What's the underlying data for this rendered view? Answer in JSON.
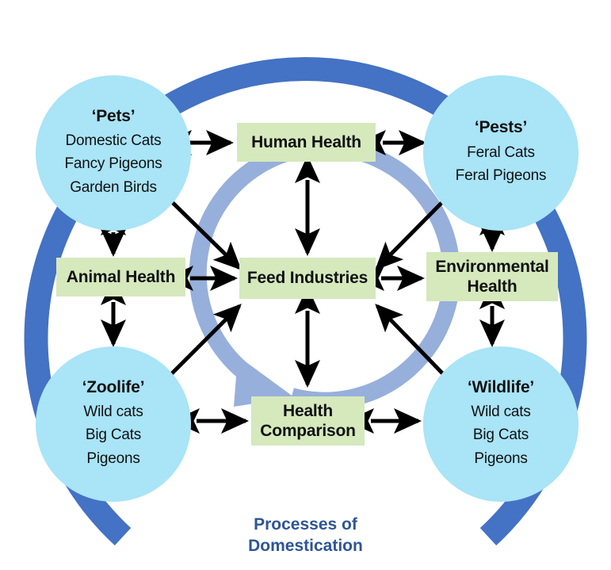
{
  "diagram": {
    "title": "Processes of Domestication",
    "caption_lines": [
      "Processes of",
      "Domestication"
    ],
    "colors": {
      "outer_ring": "#4472c4",
      "inner_ring_arrow": "#97afdb",
      "circle_fill": "#a9e4f7",
      "box_fill": "#d5e9bd",
      "arrow": "#000000",
      "caption_text": "#2e5596",
      "node_text": "#111111",
      "background": "#ffffff"
    },
    "circles": [
      {
        "id": "pets",
        "title": "‘Pets’",
        "items": [
          "Domestic Cats",
          "Fancy Pigeons",
          "Garden Birds"
        ]
      },
      {
        "id": "pests",
        "title": "‘Pests’",
        "items": [
          "Feral Cats",
          "Feral Pigeons"
        ]
      },
      {
        "id": "zoolife",
        "title": "‘Zoolife’",
        "items": [
          "Wild cats",
          "Big Cats",
          "Pigeons"
        ]
      },
      {
        "id": "wildlife",
        "title": "‘Wildlife’",
        "items": [
          "Wild cats",
          "Big Cats",
          "Pigeons"
        ]
      }
    ],
    "boxes": [
      {
        "id": "human-health",
        "label": "Human Health"
      },
      {
        "id": "animal-health",
        "label": "Animal Health"
      },
      {
        "id": "feed-industries",
        "label": "Feed Industries"
      },
      {
        "id": "environmental-health",
        "label_line1": "Environmental",
        "label_line2": "Health"
      },
      {
        "id": "health-comparison",
        "label_line1": "Health",
        "label_line2": "Comparison"
      }
    ],
    "connections": [
      {
        "from": "pets",
        "to": "human-health",
        "style": "double"
      },
      {
        "from": "human-health",
        "to": "pests",
        "style": "double"
      },
      {
        "from": "pets",
        "to": "animal-health",
        "style": "double"
      },
      {
        "from": "pests",
        "to": "environmental-health",
        "style": "double"
      },
      {
        "from": "animal-health",
        "to": "zoolife",
        "style": "double"
      },
      {
        "from": "environmental-health",
        "to": "wildlife",
        "style": "double"
      },
      {
        "from": "animal-health",
        "to": "feed-industries",
        "style": "double"
      },
      {
        "from": "feed-industries",
        "to": "environmental-health",
        "style": "double"
      },
      {
        "from": "human-health",
        "to": "feed-industries",
        "style": "double"
      },
      {
        "from": "feed-industries",
        "to": "health-comparison",
        "style": "double"
      },
      {
        "from": "zoolife",
        "to": "health-comparison",
        "style": "double"
      },
      {
        "from": "health-comparison",
        "to": "wildlife",
        "style": "double"
      },
      {
        "from": "pets",
        "to": "feed-industries",
        "style": "double-diagonal"
      },
      {
        "from": "pests",
        "to": "feed-industries",
        "style": "double-diagonal"
      },
      {
        "from": "zoolife",
        "to": "feed-industries",
        "style": "double-diagonal"
      },
      {
        "from": "wildlife",
        "to": "feed-industries",
        "style": "double-diagonal"
      }
    ]
  }
}
